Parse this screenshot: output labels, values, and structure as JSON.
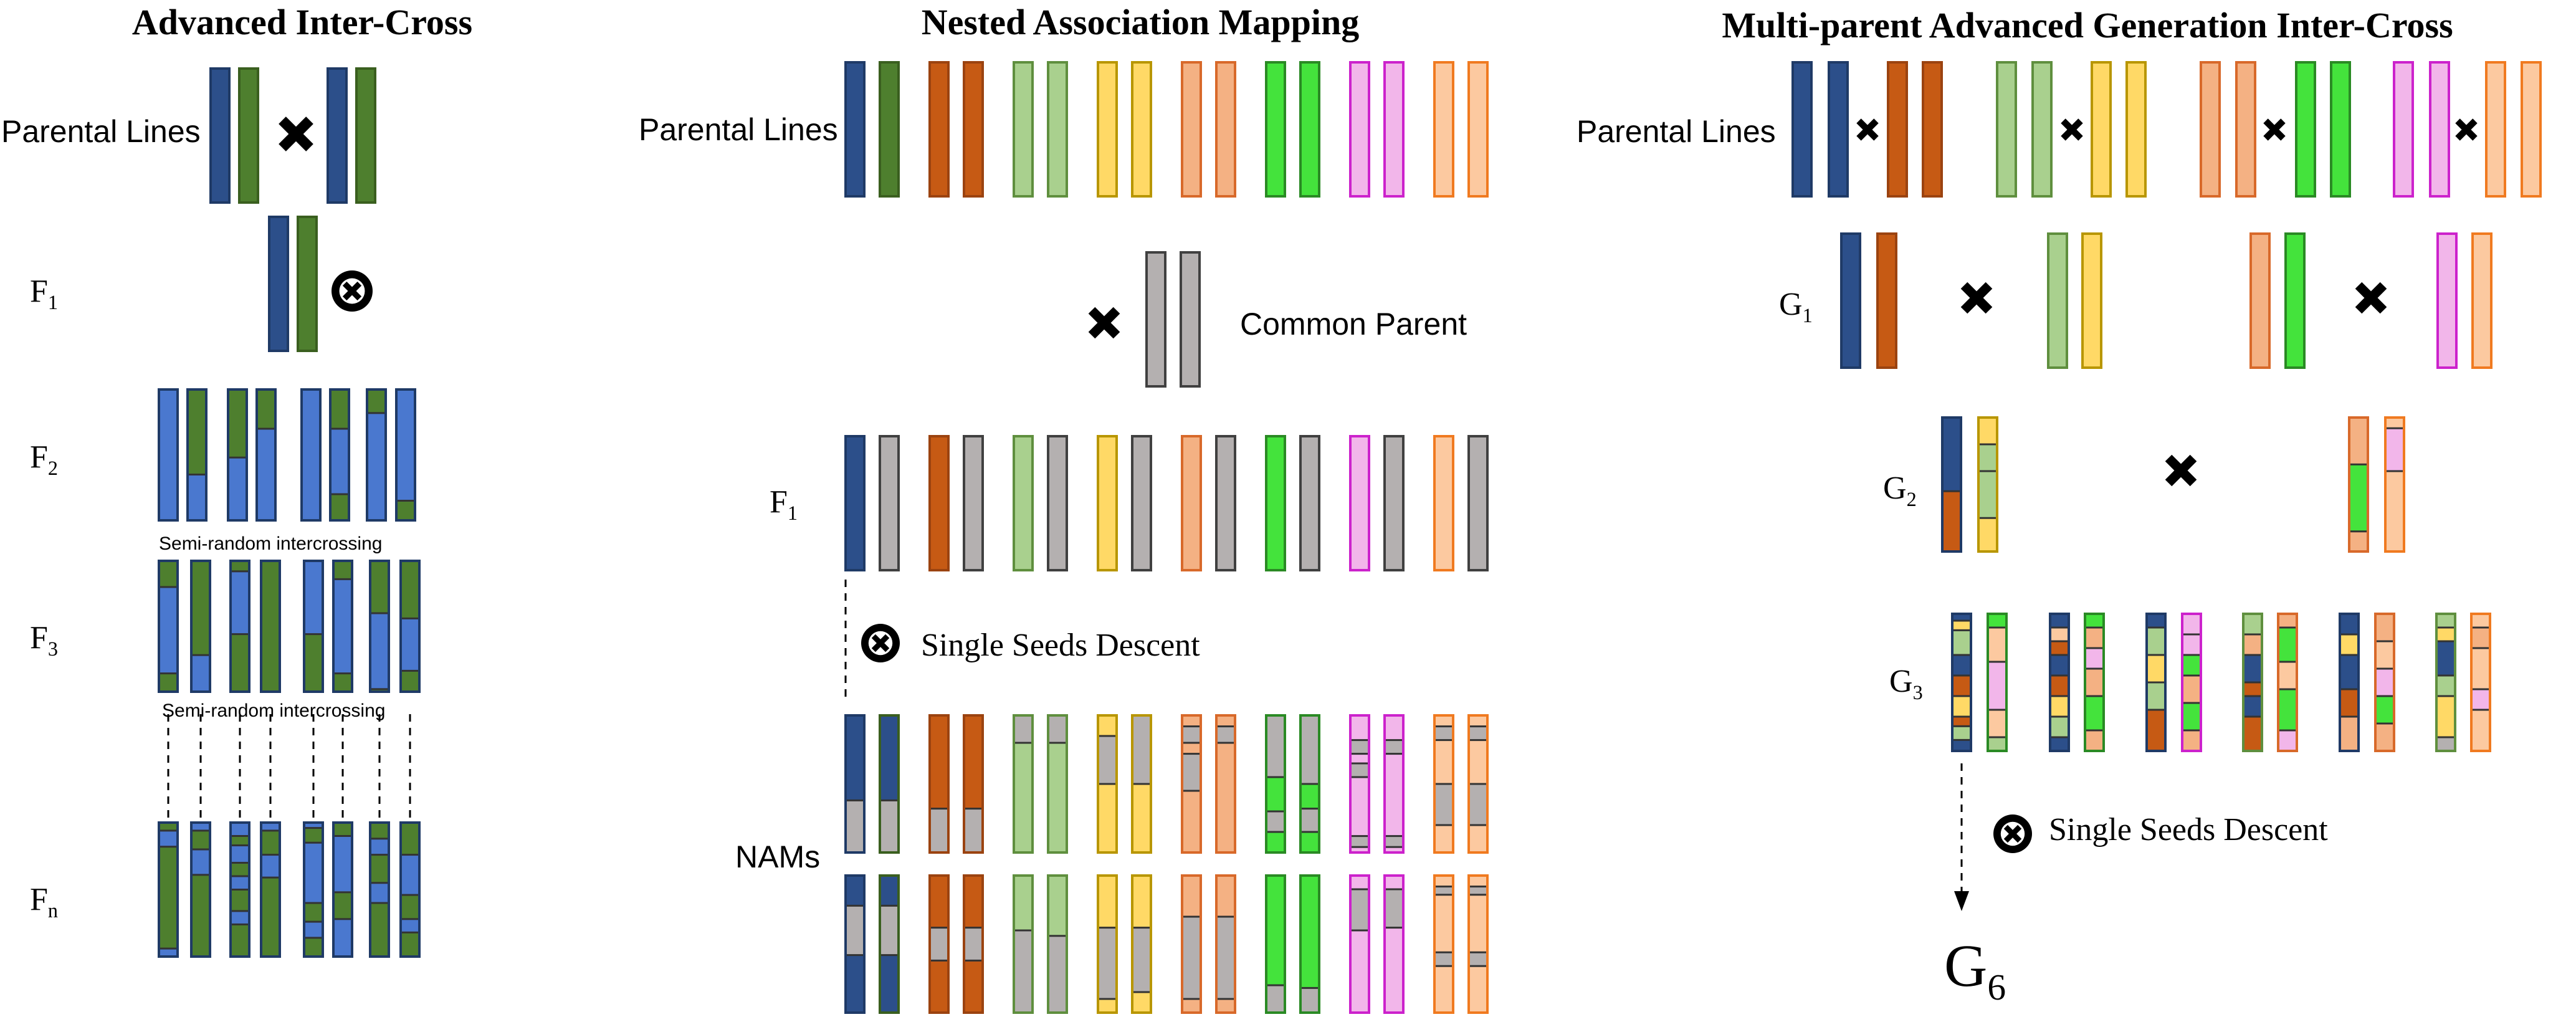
{
  "titles": {
    "aic": "Advanced Inter-Cross",
    "nam": "Nested Association Mapping",
    "magic": "Multi-parent Advanced Generation Inter-Cross"
  },
  "aic": {
    "parental_lines": "Parental Lines",
    "f1": "F",
    "f1_sub": "1",
    "f2": "F",
    "f2_sub": "2",
    "f3": "F",
    "f3_sub": "3",
    "fn": "F",
    "fn_sub": "n",
    "semi_random_1": "Semi-random intercrossing",
    "semi_random_2": "Semi-random intercrossing"
  },
  "nam": {
    "parental_lines": "Parental Lines",
    "common_parent": "Common Parent",
    "f1": "F",
    "f1_sub": "1",
    "ssd": "Single Seeds Descent",
    "nams": "NAMs"
  },
  "magic": {
    "parental_lines": "Parental Lines",
    "g1": "G",
    "g1_sub": "1",
    "g2": "G",
    "g2_sub": "2",
    "g3": "G",
    "g3_sub": "3",
    "ssd": "Single Seeds Descent",
    "g6": "G",
    "g6_sub": "6"
  },
  "icons": {
    "cross": "cross-icon",
    "self": "selfing-icon"
  },
  "colors": {
    "navy": "#2c4f8a",
    "blue": "#4a78cf",
    "green": "#4e7f2e",
    "orange": "#c65a14",
    "lightgreen": "#a9d08e",
    "yellow": "#ffd966",
    "salmon": "#f4b183",
    "brightgreen": "#44e33c",
    "pink": "#f2b6ea",
    "peach": "#fcc9a0",
    "grey": "#b4b0b0"
  }
}
